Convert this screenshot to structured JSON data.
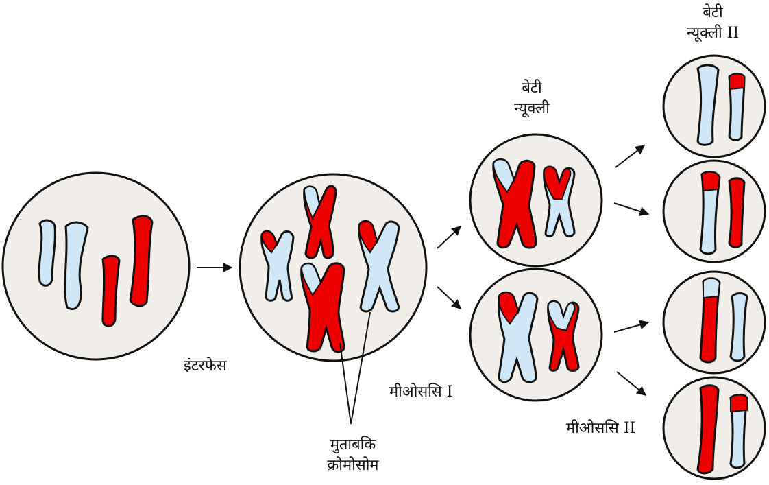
{
  "colors": {
    "cell_fill": "#f2efeb",
    "outline": "#111111",
    "red": "#ee0000",
    "blue": "#cfe7f6"
  },
  "labels": {
    "interphase": "इंटरफेस",
    "meiosis1": "मीओससि I",
    "meiosis2": "मीओससि II",
    "daughter_nuclei_line1": "बेटी",
    "daughter_nuclei_line2": "न्यूक्ली",
    "daughter_nuclei2_line1": "बेटी",
    "daughter_nuclei2_line2": "न्यूक्ली II",
    "homologous_line1": "मुताबकि",
    "homologous_line2": "क्रोमोसोम"
  }
}
